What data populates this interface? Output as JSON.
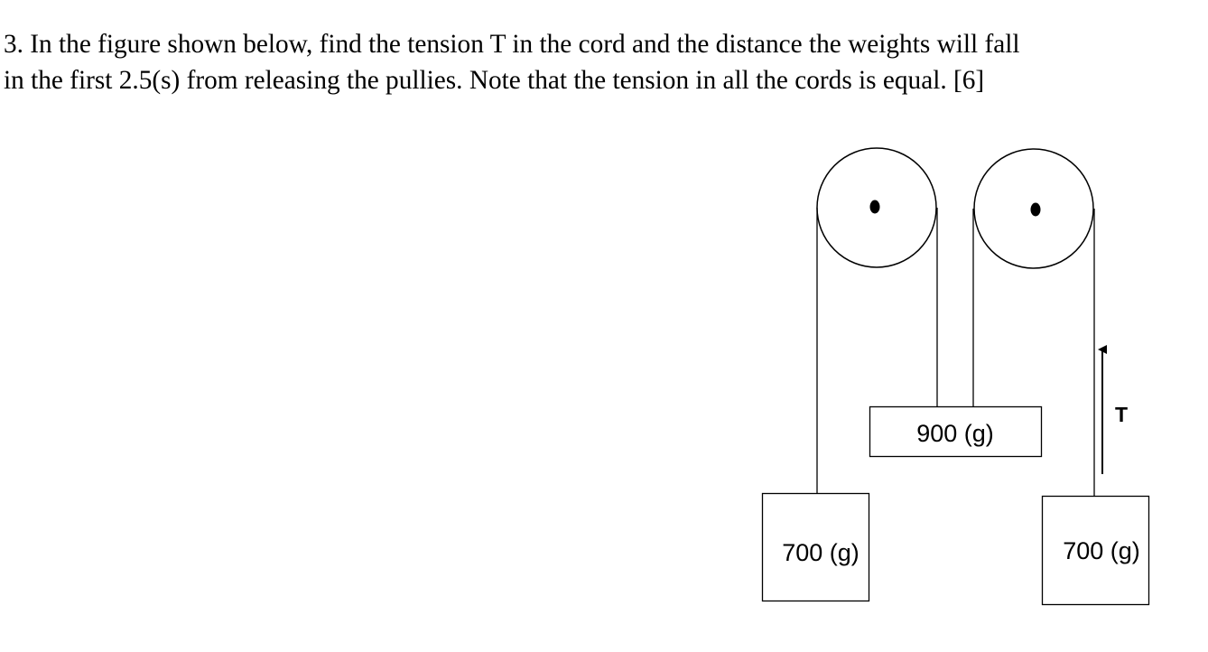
{
  "question": {
    "line1": "3. In the figure shown below, find the tension T in the cord and the distance the weights will fall",
    "line2": "in the first 2.5(s) from releasing the pullies. Note that the tension in all the cords is equal. [6]"
  },
  "figure": {
    "left_mass_label": "700 (g)",
    "middle_mass_label": "900 (g)",
    "right_mass_label": "700 (g)",
    "tension_label": "T"
  }
}
